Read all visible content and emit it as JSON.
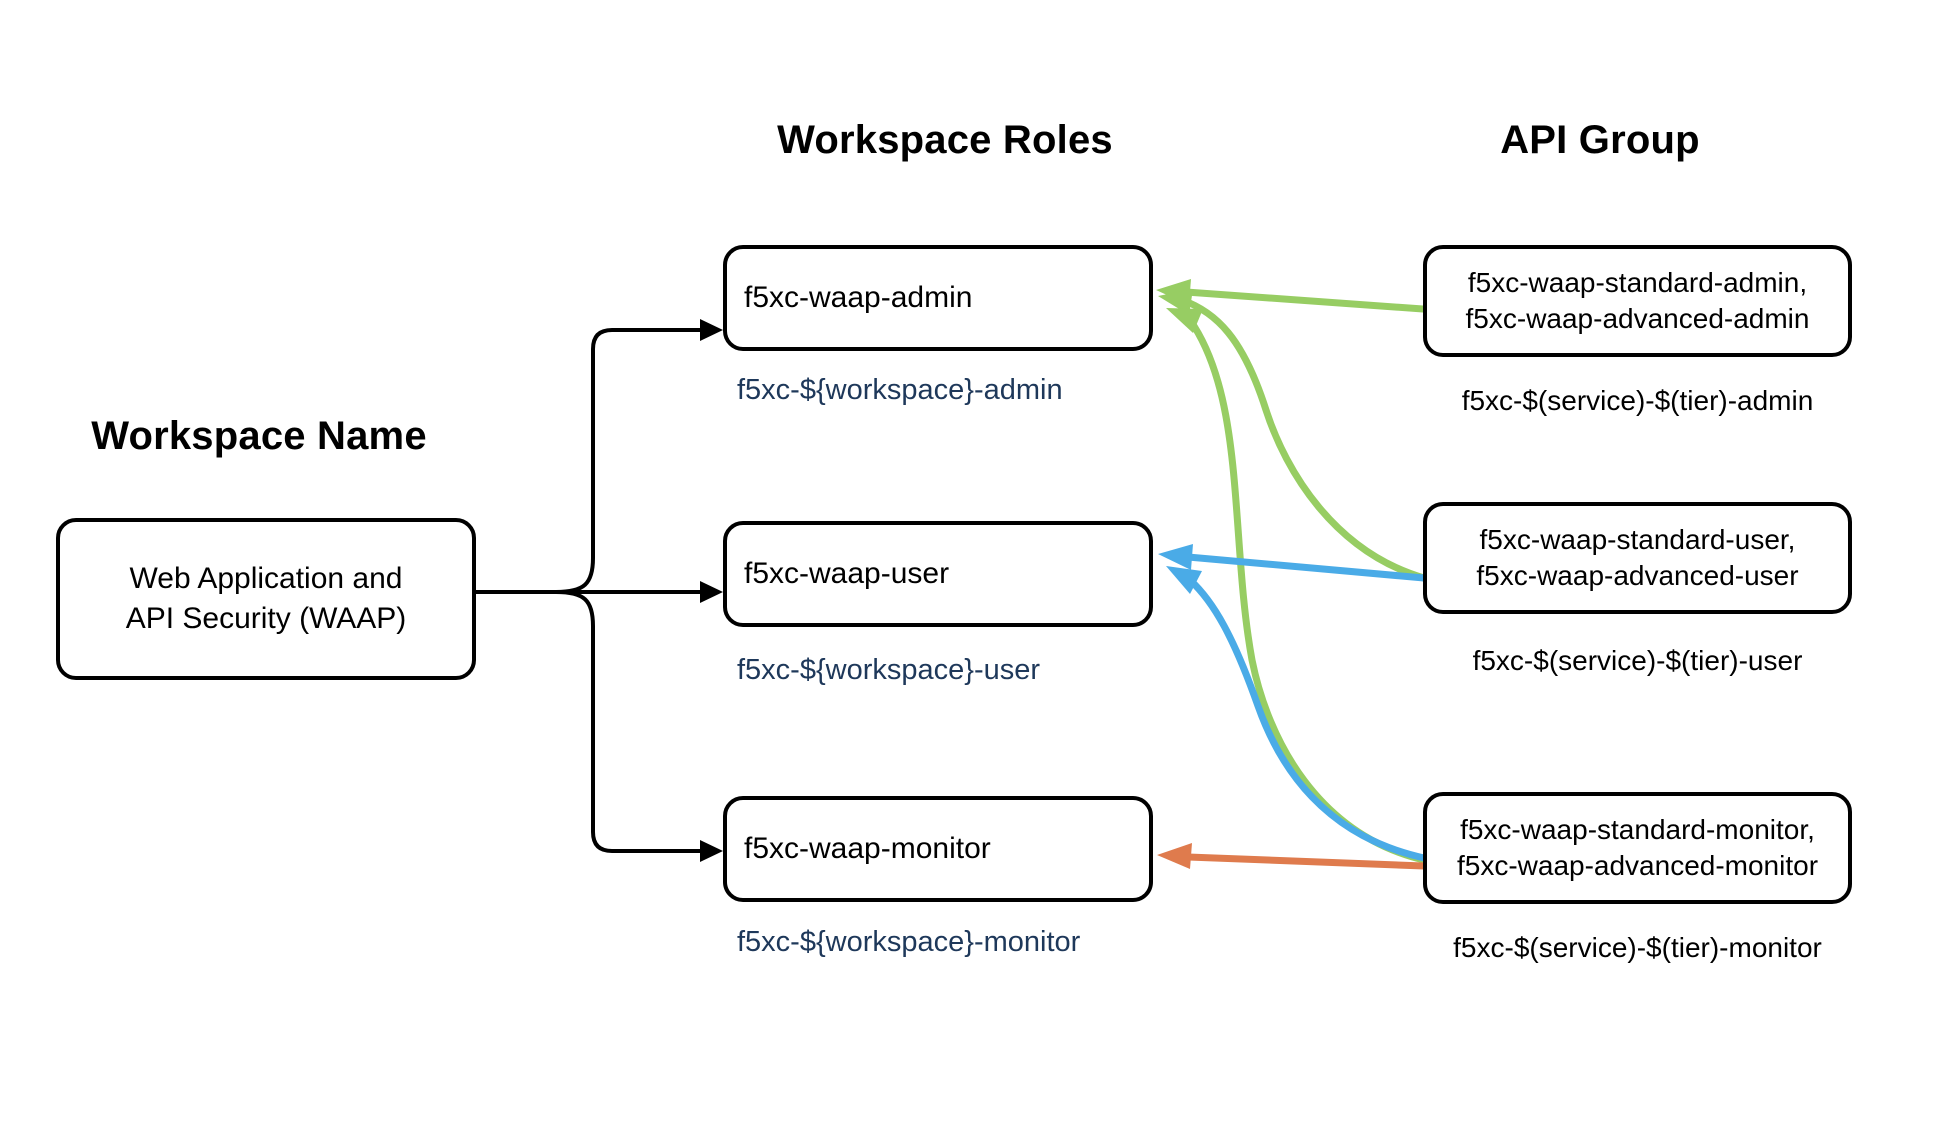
{
  "colors": {
    "green": "#97CD63",
    "blue": "#4AABE7",
    "orange": "#DF7B4D",
    "navy": "#1E385A",
    "ink": "#000000",
    "background": "#FFFFFF"
  },
  "headings": {
    "workspace_name": "Workspace Name",
    "workspace_roles": "Workspace Roles",
    "api_group": "API Group"
  },
  "workspace_box": {
    "line1": "Web Application and",
    "line2": "API Security (WAAP)"
  },
  "roles": [
    {
      "id": "role-admin",
      "box_label": "f5xc-waap-admin",
      "pattern": "f5xc-${workspace}-admin"
    },
    {
      "id": "role-user",
      "box_label": "f5xc-waap-user",
      "pattern": "f5xc-${workspace}-user"
    },
    {
      "id": "role-monitor",
      "box_label": "f5xc-waap-monitor",
      "pattern": "f5xc-${workspace}-monitor"
    }
  ],
  "api_groups": [
    {
      "id": "api-admin",
      "line1": "f5xc-waap-standard-admin,",
      "line2": "f5xc-waap-advanced-admin",
      "pattern": "f5xc-$(service)-$(tier)-admin"
    },
    {
      "id": "api-user",
      "line1": "f5xc-waap-standard-user,",
      "line2": "f5xc-waap-advanced-user",
      "pattern": "f5xc-$(service)-$(tier)-user"
    },
    {
      "id": "api-monitor",
      "line1": "f5xc-waap-standard-monitor,",
      "line2": "f5xc-waap-advanced-monitor",
      "pattern": "f5xc-$(service)-$(tier)-monitor"
    }
  ],
  "connections": [
    {
      "from": "workspace-waap",
      "to": "role-admin",
      "color": "black"
    },
    {
      "from": "workspace-waap",
      "to": "role-user",
      "color": "black"
    },
    {
      "from": "workspace-waap",
      "to": "role-monitor",
      "color": "black"
    },
    {
      "from": "api-admin",
      "to": "role-admin",
      "color": "green"
    },
    {
      "from": "api-user",
      "to": "role-admin",
      "color": "green"
    },
    {
      "from": "api-monitor",
      "to": "role-admin",
      "color": "green"
    },
    {
      "from": "api-user",
      "to": "role-user",
      "color": "blue"
    },
    {
      "from": "api-monitor",
      "to": "role-user",
      "color": "blue"
    },
    {
      "from": "api-monitor",
      "to": "role-monitor",
      "color": "orange"
    }
  ]
}
